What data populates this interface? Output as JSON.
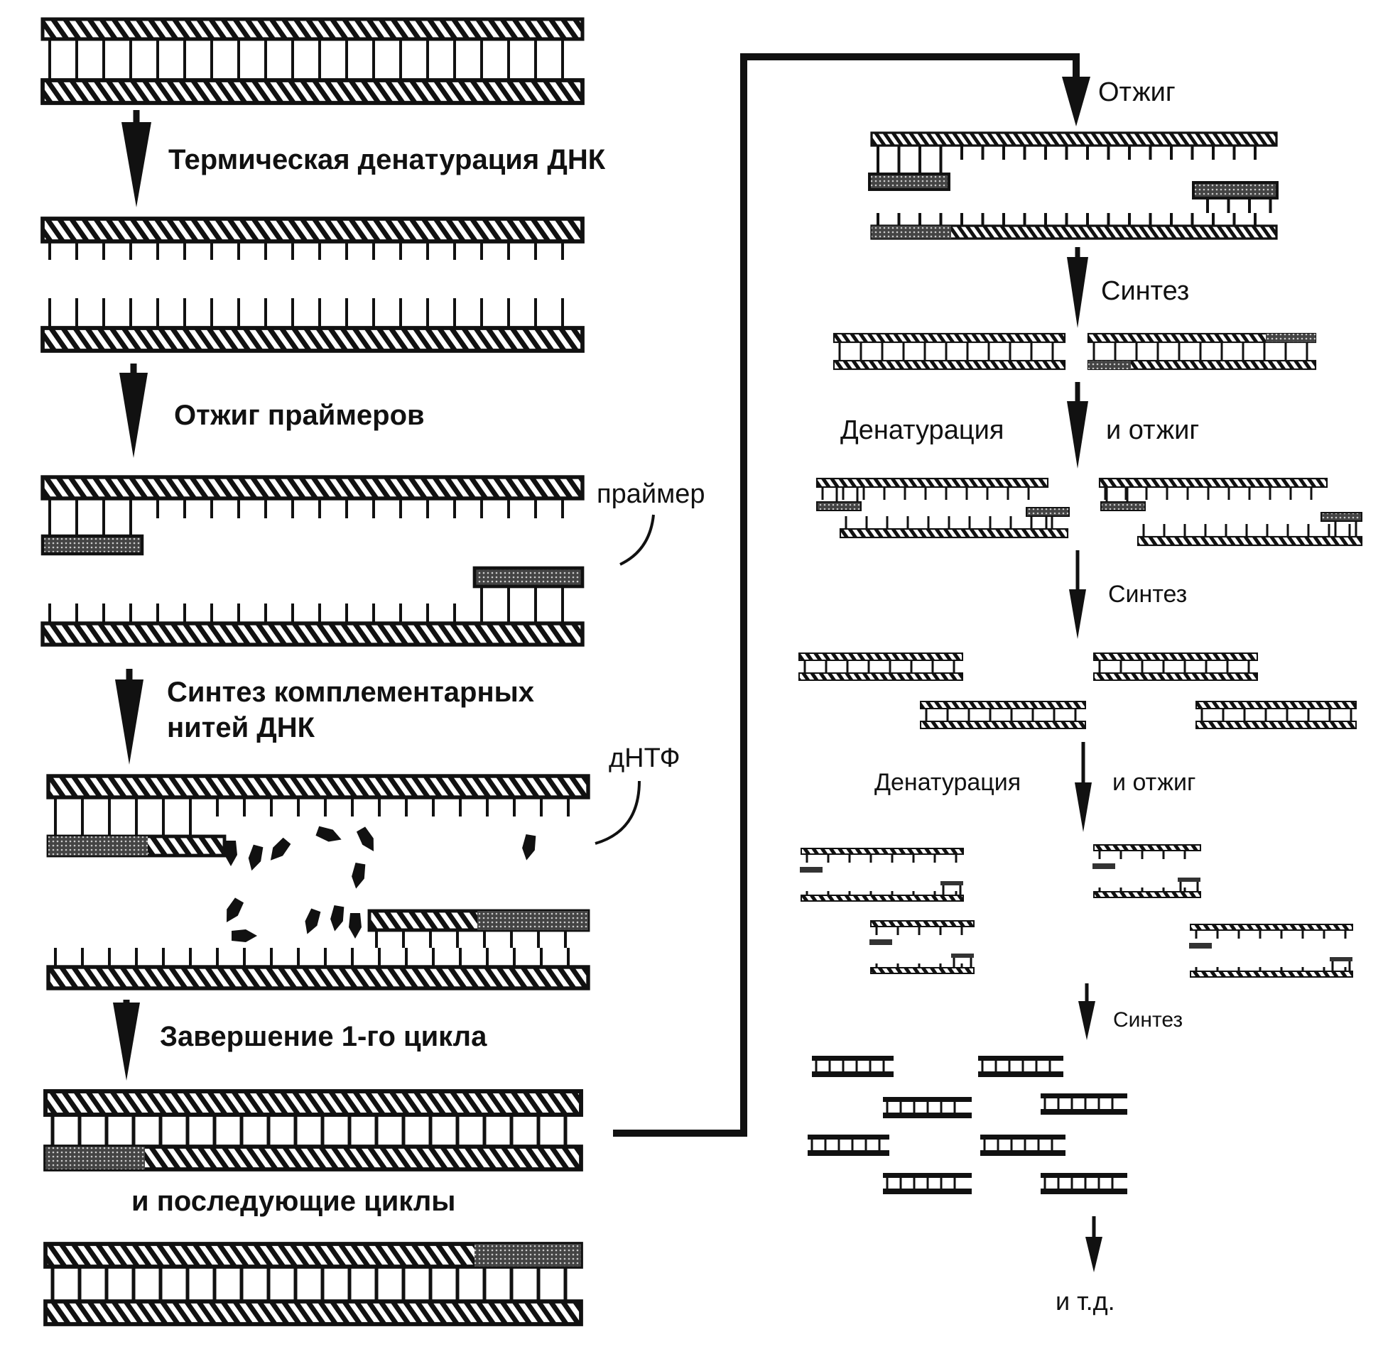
{
  "diagram": {
    "title": "Polymerase chain reaction (PCR) scheme",
    "colors": {
      "ink": "#111111",
      "background": "#ffffff",
      "primer_fill": "#555555"
    },
    "left_column": {
      "steps": [
        {
          "id": "denaturation",
          "label": "Термическая денатурация ДНК"
        },
        {
          "id": "primer-annealing",
          "label": "Отжиг праймеров"
        },
        {
          "id": "synthesis",
          "label_line1": "Синтез комплементарных",
          "label_line2": "нитей ДНК"
        },
        {
          "id": "cycle-end",
          "label": "Завершение 1-го цикла"
        },
        {
          "id": "next-cycles",
          "label": "и последующие циклы"
        }
      ],
      "callouts": {
        "primer": "праймер",
        "dntp": "дНТФ"
      }
    },
    "right_column": {
      "steps": [
        {
          "id": "annealing",
          "label": "Отжиг"
        },
        {
          "id": "synthesis-1",
          "label": "Синтез"
        },
        {
          "id": "denat-anneal-1",
          "label_left": "Денатурация",
          "label_right": "и отжиг"
        },
        {
          "id": "synthesis-2",
          "label": "Синтез"
        },
        {
          "id": "denat-anneal-2",
          "label_left": "Денатурация",
          "label_right": "и отжиг"
        },
        {
          "id": "synthesis-3",
          "label": "Синтез"
        }
      ],
      "ending": "и т.д."
    }
  }
}
